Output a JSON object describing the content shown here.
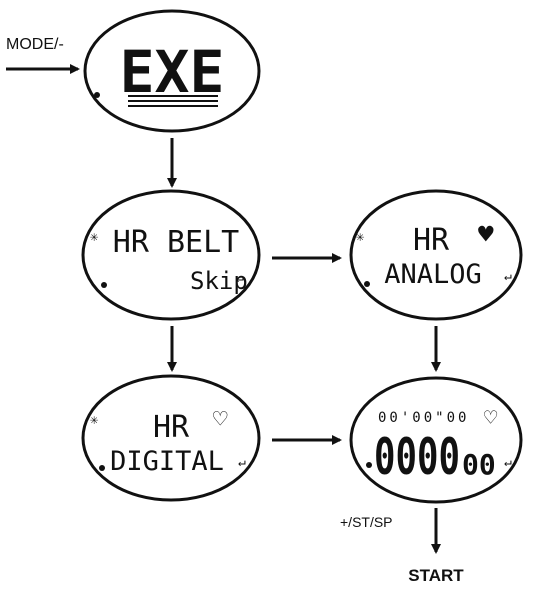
{
  "labels": {
    "mode_button": "MODE/-",
    "start_button": "+/ST/SP",
    "start": "START"
  },
  "screens": {
    "exe": {
      "main": "EXE"
    },
    "hr_belt": {
      "line1": "HR BELT",
      "line2": "Skip"
    },
    "hr_analog": {
      "line1": "HR",
      "line2": "ANALOG"
    },
    "hr_digital": {
      "line1": "HR",
      "line2": "DIGITAL"
    },
    "time_display": {
      "digits": "00'00\"00",
      "big": "0000",
      "small": "00"
    }
  },
  "icons": {
    "heart_filled": "heart-filled-icon",
    "heart_outline": "heart-outline-icon",
    "sparkle": "sparkle-icon",
    "enter": "enter-arrow-icon",
    "dot": "mode-dot"
  },
  "colors": {
    "ink": "#111111",
    "background": "#ffffff"
  }
}
